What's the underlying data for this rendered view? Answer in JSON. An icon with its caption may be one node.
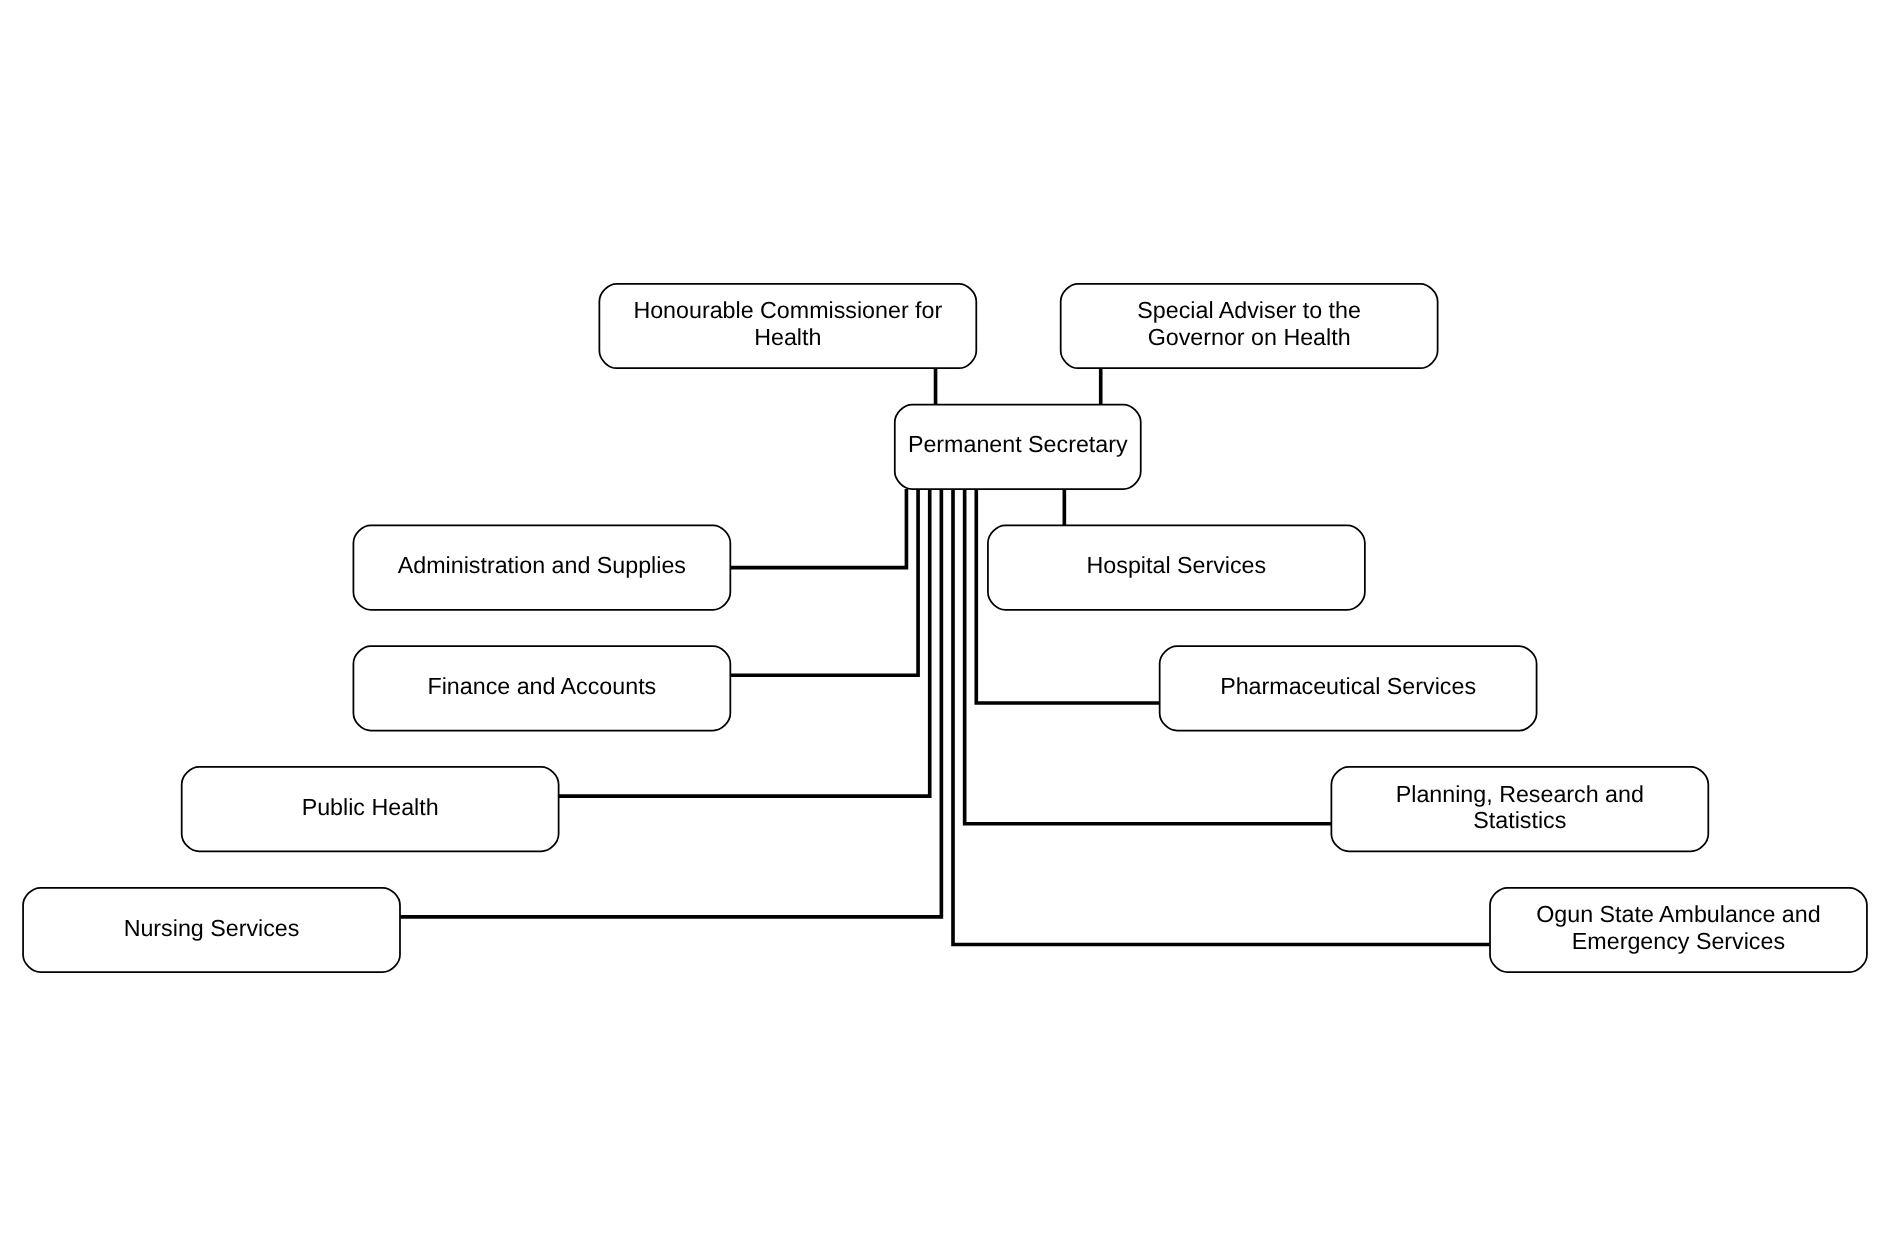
{
  "diagram": {
    "nodes": [
      {
        "text": [
          "Honourable Commissioner for Health"
        ]
      },
      {
        "text": [
          "Special Adviser to the Governor on Health"
        ]
      },
      {
        "text": [
          "Permanent Secretary"
        ]
      },
      {
        "text": [
          "Administration and Supplies"
        ]
      },
      {
        "text": [
          "Hospital Services"
        ]
      },
      {
        "text": [
          "Finance and Accounts"
        ]
      },
      {
        "text": [
          "Pharmaceutical Services"
        ]
      },
      {
        "text": [
          "Public Health"
        ]
      },
      {
        "text": [
          "Planning, Research and Statistics"
        ]
      },
      {
        "text": [
          "Nursing Services"
        ]
      },
      {
        "text": [
          "Ogun State Ambulance and Emergency Services"
        ]
      }
    ],
    "edges": [
      {
        "from": 0,
        "to": 2,
        "arrow": "none"
      },
      {
        "from": 1,
        "to": 2,
        "arrow": "none"
      },
      {
        "from": 2,
        "to": 3,
        "arrow": "none"
      },
      {
        "from": 2,
        "to": 4,
        "arrow": "none"
      },
      {
        "from": 2,
        "to": 5,
        "arrow": "none"
      },
      {
        "from": 2,
        "to": 6,
        "arrow": "none"
      },
      {
        "from": 2,
        "to": 7,
        "arrow": "none"
      },
      {
        "from": 2,
        "to": 8,
        "arrow": "none"
      },
      {
        "from": 2,
        "to": 9,
        "arrow": "none"
      },
      {
        "from": 2,
        "to": 10,
        "arrow": "none"
      }
    ]
  }
}
